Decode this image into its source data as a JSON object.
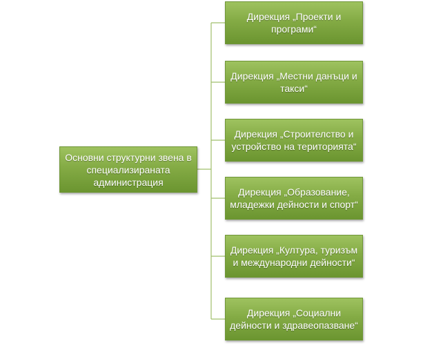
{
  "root": {
    "label": "Основни структурни звена в специализираната администрация"
  },
  "children": [
    {
      "label": "Дирекция „Проекти и програми“"
    },
    {
      "label": "Дирекция „Местни данъци и такси“"
    },
    {
      "label": "Дирекция „Строителство и устройство на територията“"
    },
    {
      "label": "Дирекция „Образование, младежки дейности и спорт“"
    },
    {
      "label": "Дирекция „Култура, туризъм и международни дейности“"
    },
    {
      "label": "Дирекция „Социални дейности и здравеопазване“"
    }
  ],
  "colors": {
    "box_fill_top": "#9ec25f",
    "box_fill_bottom": "#6b9530",
    "connector": "#9fbf6a",
    "text": "#ffffff"
  }
}
